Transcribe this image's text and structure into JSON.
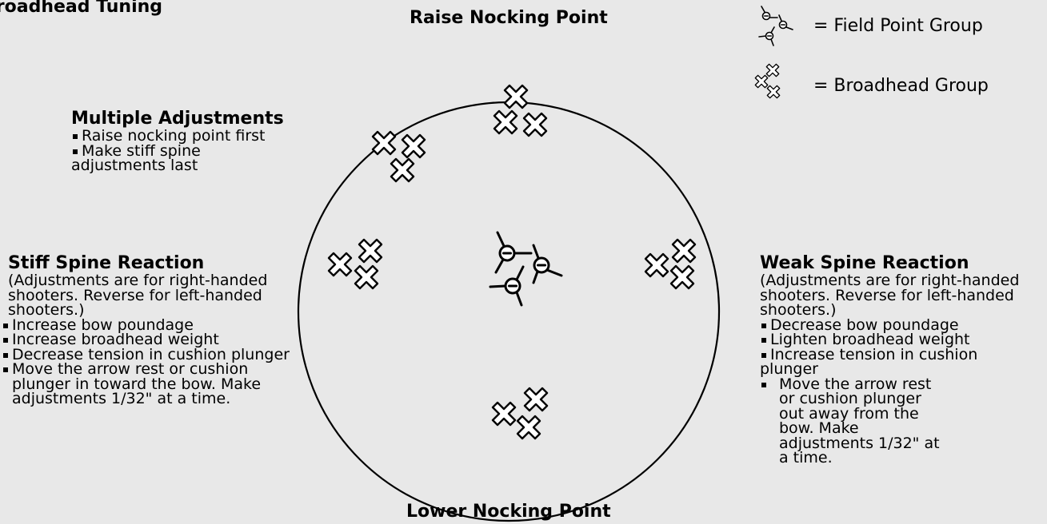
{
  "title": "Broadhead Tuning",
  "top_label": "Raise Nocking Point",
  "bottom_label": "Lower Nocking Point",
  "legend": {
    "field_point": "= Field Point Group",
    "broadhead": "= Broadhead Group"
  },
  "multiple": {
    "heading": "Multiple Adjustments",
    "items": [
      "Raise nocking point first",
      "Make stiff spine",
      "adjustments last"
    ]
  },
  "stiff": {
    "heading": "Stiff Spine Reaction",
    "note": "(Adjustments are for right-handed shooters. Reverse for left-handed shooters.)",
    "items": [
      "Increase bow poundage",
      "Increase broadhead weight",
      "Decrease tension in cushion plunger",
      "Move the arrow rest or cushion plunger in toward the bow. Make adjustments 1/32\" at a time."
    ]
  },
  "weak": {
    "heading": "Weak Spine Reaction",
    "note": "(Adjustments are for right-handed shooters. Reverse for left-handed shooters.)",
    "items": [
      "Decrease bow poundage",
      "Lighten broadhead weight",
      "Increase tension in cushion",
      "plunger",
      "Move the arrow rest or cushion plunger out away from the bow. Make adjustments 1/32\" at a time."
    ]
  }
}
